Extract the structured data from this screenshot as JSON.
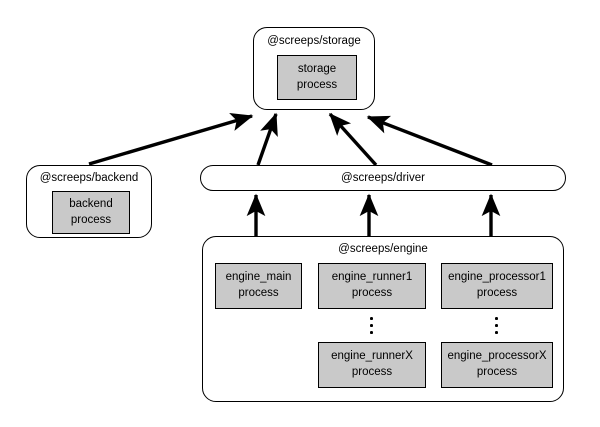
{
  "diagram": {
    "type": "architecture-diagram",
    "background_color": "#ffffff",
    "process_fill_color": "#c9c9c9",
    "stroke_color": "#000000",
    "packages": [
      {
        "id": "storage",
        "title": "@screeps/storage",
        "processes": [
          {
            "id": "storage-process",
            "line1": "storage",
            "line2": "process"
          }
        ]
      },
      {
        "id": "backend",
        "title": "@screeps/backend",
        "processes": [
          {
            "id": "backend-process",
            "line1": "backend",
            "line2": "process"
          }
        ]
      },
      {
        "id": "driver",
        "title": "@screeps/driver",
        "shape": "oval",
        "processes": []
      },
      {
        "id": "engine",
        "title": "@screeps/engine",
        "processes": [
          {
            "id": "engine-main",
            "line1": "engine_main",
            "line2": "process"
          },
          {
            "id": "engine-runner1",
            "line1": "engine_runner1",
            "line2": "process"
          },
          {
            "id": "engine-runnerx",
            "line1": "engine_runnerX",
            "line2": "process"
          },
          {
            "id": "engine-processor1",
            "line1": "engine_processor1",
            "line2": "process"
          },
          {
            "id": "engine-processorx",
            "line1": "engine_processorX",
            "line2": "process"
          }
        ],
        "ellipses": [
          {
            "id": "runner-ellipsis",
            "glyph": "vertical-dots"
          },
          {
            "id": "processor-ellipsis",
            "glyph": "vertical-dots"
          }
        ]
      }
    ],
    "edges": [
      {
        "id": "backend-to-storage",
        "from": "backend",
        "to": "storage",
        "arrow": "single"
      },
      {
        "id": "driver-to-storage-left",
        "from": "driver",
        "to": "storage",
        "arrow": "single"
      },
      {
        "id": "driver-to-storage-mid",
        "from": "driver",
        "to": "storage",
        "arrow": "single"
      },
      {
        "id": "driver-to-storage-right",
        "from": "driver",
        "to": "storage",
        "arrow": "single"
      },
      {
        "id": "engine-to-driver-left",
        "from": "engine",
        "to": "driver",
        "arrow": "single"
      },
      {
        "id": "engine-to-driver-mid",
        "from": "engine",
        "to": "driver",
        "arrow": "single"
      },
      {
        "id": "engine-to-driver-right",
        "from": "engine",
        "to": "driver",
        "arrow": "single"
      }
    ]
  }
}
